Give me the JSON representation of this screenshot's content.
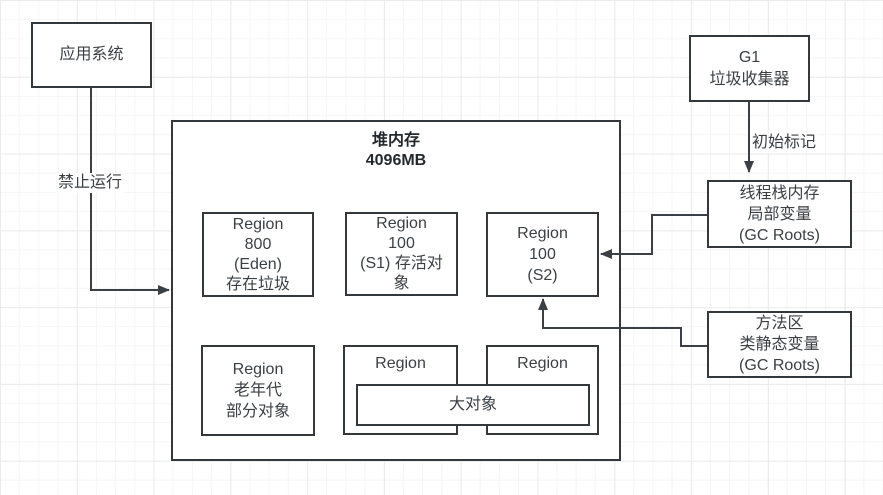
{
  "colors": {
    "stroke": "#33383d",
    "text": "#3b4045",
    "heap_title_text": "#24292e",
    "background": "#ffffff",
    "grid_minor": "#f5f5f5",
    "grid_major": "#ebebeb"
  },
  "nodes": {
    "app_system": {
      "lines": [
        "应用系统"
      ]
    },
    "heap": {
      "title": [
        "堆内存",
        "4096MB"
      ]
    },
    "region_eden": {
      "lines": [
        "Region",
        "800",
        "(Eden)",
        "存在垃圾"
      ]
    },
    "region_s1": {
      "lines": [
        "Region",
        "100",
        "(S1) 存活对",
        "象"
      ]
    },
    "region_s2": {
      "lines": [
        "Region",
        "100",
        "(S2)"
      ]
    },
    "region_old": {
      "lines": [
        "Region",
        "老年代",
        "部分对象"
      ]
    },
    "region_mid": {
      "lines": [
        "Region"
      ]
    },
    "region_right": {
      "lines": [
        "Region"
      ]
    },
    "big_object": {
      "lines": [
        "大对象"
      ]
    },
    "g1_collector": {
      "lines": [
        "G1",
        "垃圾收集器"
      ]
    },
    "thread_stack": {
      "lines": [
        "线程栈内存",
        "局部变量",
        "(GC Roots)"
      ]
    },
    "method_area": {
      "lines": [
        "方法区",
        "类静态变量",
        "(GC Roots)"
      ]
    }
  },
  "edge_labels": {
    "forbid_run": "禁止运行",
    "initial_mark": "初始标记"
  }
}
